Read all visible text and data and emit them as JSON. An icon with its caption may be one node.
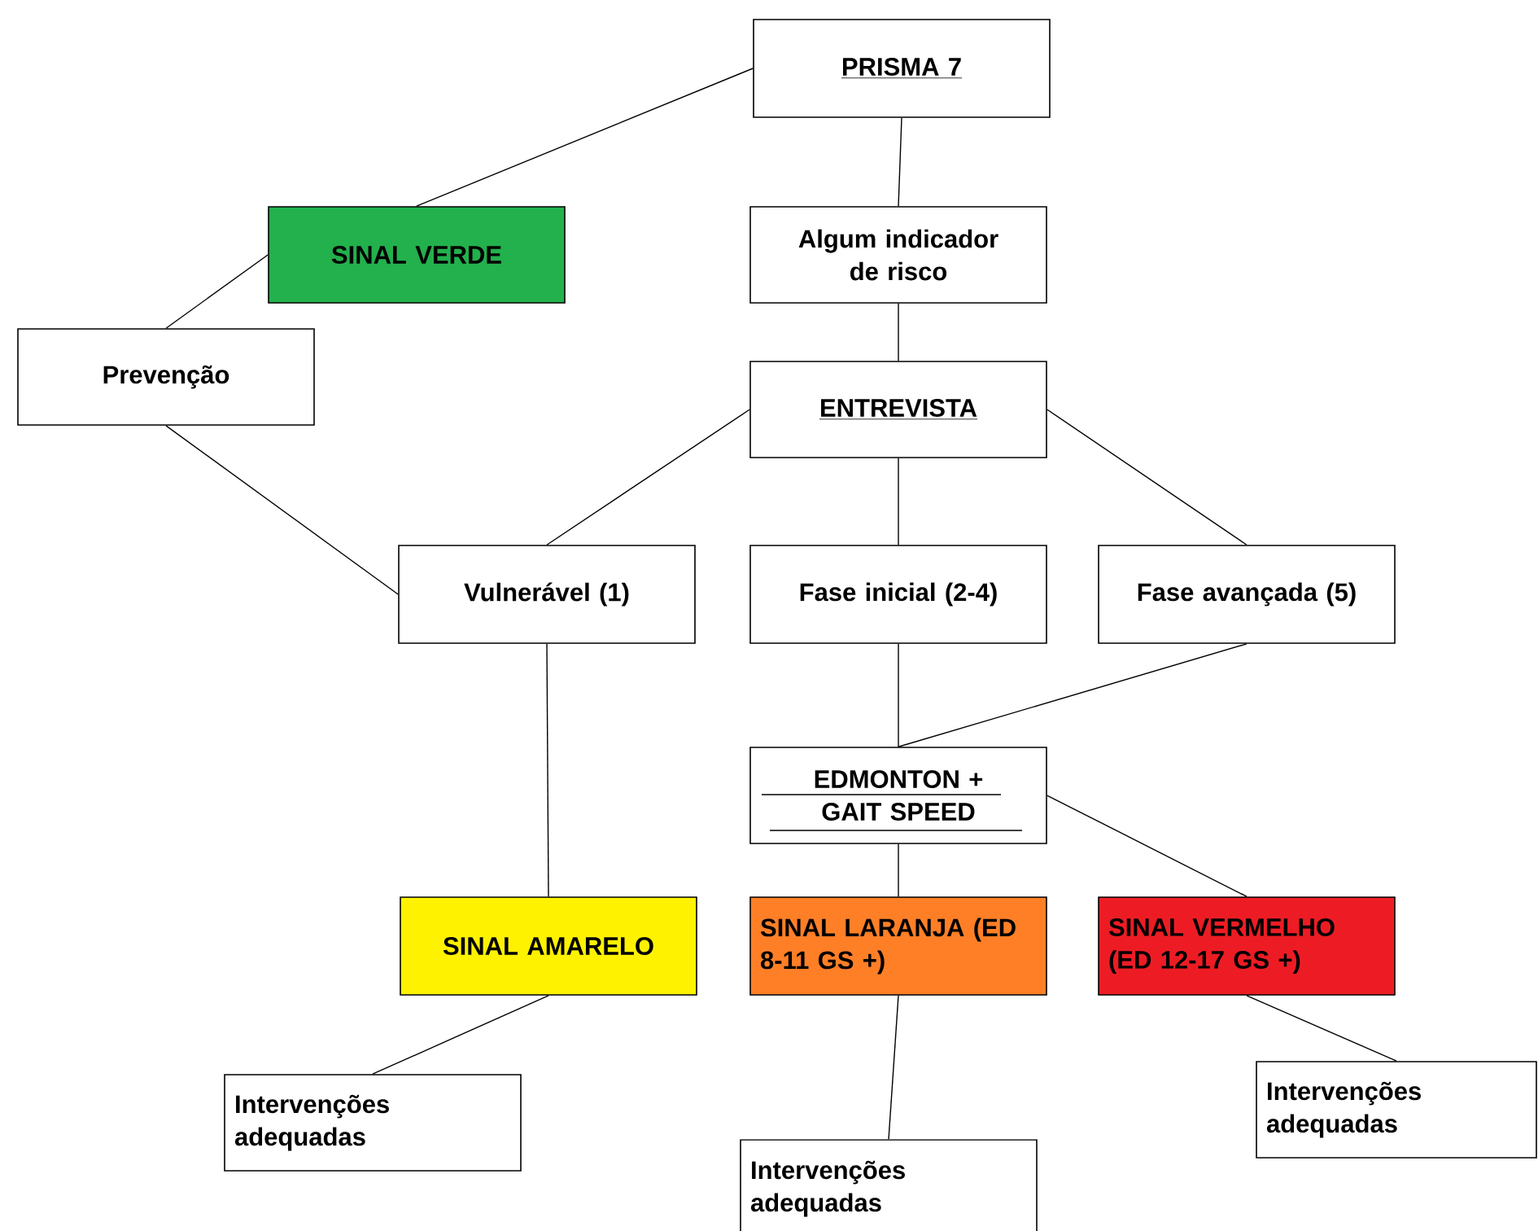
{
  "diagram": {
    "nodes": [
      {
        "text": [
          "PRISMA 7"
        ]
      },
      {
        "text": [
          "SINAL VERDE"
        ]
      },
      {
        "text": [
          "Algum indicador de risco"
        ]
      },
      {
        "text": [
          "Prevenção"
        ]
      },
      {
        "text": [
          "ENTREVISTA"
        ]
      },
      {
        "text": [
          "Vulnerável (1)"
        ]
      },
      {
        "text": [
          "Fase inicial (2-4)"
        ]
      },
      {
        "text": [
          "Fase avançada (5)"
        ]
      },
      {
        "text": [
          "EDMONTON + GAIT SPEED"
        ]
      },
      {
        "text": [
          "SINAL AMARELO"
        ]
      },
      {
        "text": [
          "SINAL LARANJA (ED 8-11 GS +)"
        ]
      },
      {
        "text": [
          "SINAL VERMELHO (ED 12-17 GS +)"
        ]
      },
      {
        "text": [
          "Intervenções adequadas"
        ]
      },
      {
        "text": [
          "Intervenções adequadas"
        ]
      },
      {
        "text": [
          "Intervenções adequadas"
        ]
      }
    ],
    "edges": [
      {
        "from": 0,
        "to": 1,
        "arrow": "none"
      },
      {
        "from": 1,
        "to": 3,
        "arrow": "none"
      },
      {
        "from": 0,
        "to": 2,
        "arrow": "none"
      },
      {
        "from": 2,
        "to": 4,
        "arrow": "none"
      },
      {
        "from": 3,
        "to": 5,
        "arrow": "none"
      },
      {
        "from": 4,
        "to": 5,
        "arrow": "none"
      },
      {
        "from": 4,
        "to": 6,
        "arrow": "none"
      },
      {
        "from": 4,
        "to": 7,
        "arrow": "none"
      },
      {
        "from": 6,
        "to": 8,
        "arrow": "none"
      },
      {
        "from": 7,
        "to": 8,
        "arrow": "none"
      },
      {
        "from": 5,
        "to": 9,
        "arrow": "none"
      },
      {
        "from": 8,
        "to": 10,
        "arrow": "none"
      },
      {
        "from": 8,
        "to": 11,
        "arrow": "none"
      },
      {
        "from": 9,
        "to": 12,
        "arrow": "none"
      },
      {
        "from": 10,
        "to": 13,
        "arrow": "none"
      },
      {
        "from": 11,
        "to": 14,
        "arrow": "none"
      }
    ]
  }
}
